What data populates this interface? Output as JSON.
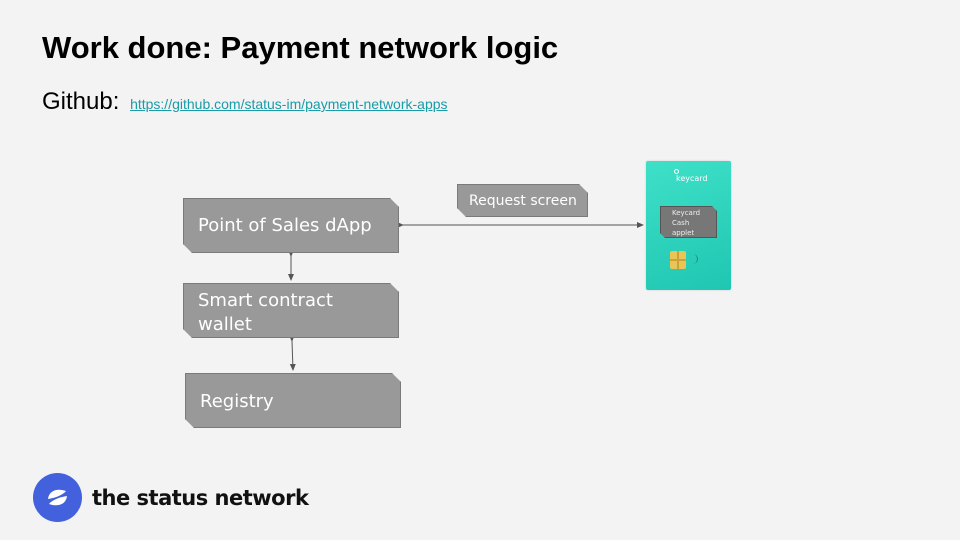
{
  "slide": {
    "title": "Work done: Payment network logic",
    "github_label": "Github:",
    "github_link": "https://github.com/status-im/payment-network-apps"
  },
  "diagram": {
    "pos_box": "Point of Sales dApp",
    "wallet_box_line1": "Smart contract",
    "wallet_box_line2": "wallet",
    "registry_box": "Registry",
    "request_box": "Request screen"
  },
  "keycard": {
    "logo_text": "keycard",
    "applet_line1": "Keycard",
    "applet_line2": "Cash",
    "applet_line3": "applet",
    "color": "#2fd3bd"
  },
  "footer": {
    "brand_text": "the status network",
    "logo_color": "#4361dd",
    "logo_icon": "status-logo-icon"
  }
}
